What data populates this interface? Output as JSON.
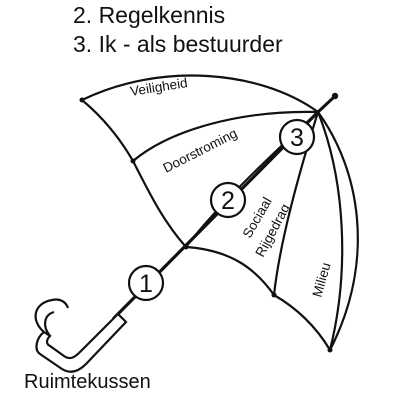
{
  "header": {
    "line2": "2. Regelkennis",
    "line3": "3. Ik - als bestuurder"
  },
  "umbrella": {
    "panels": {
      "veiligheid": "Veiligheid",
      "doorstroming": "Doorstroming",
      "sociaal": "Sociaal",
      "rijgedrag": "Rijgedrag",
      "milieu": "Milieu"
    },
    "markers": [
      "1",
      "2",
      "3"
    ]
  },
  "footer": {
    "label": "Ruimtekussen"
  },
  "colors": {
    "ink": "#111111",
    "background": "#ffffff"
  }
}
